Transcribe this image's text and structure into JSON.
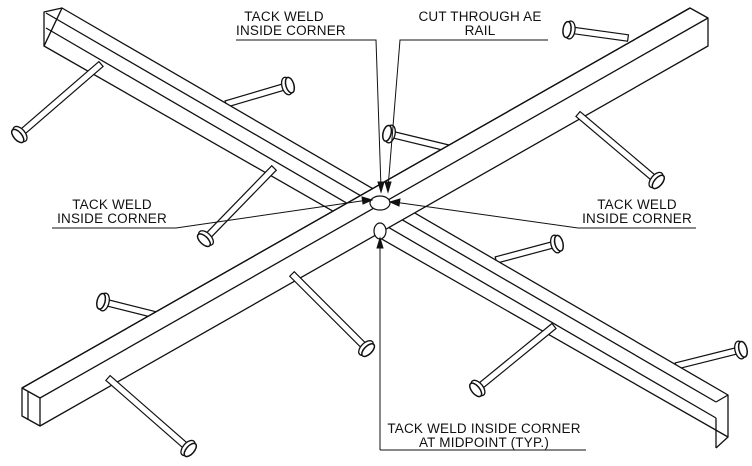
{
  "drawing": {
    "callouts": [
      {
        "id": "top-left",
        "lines": [
          "TACK WELD",
          "INSIDE CORNER"
        ]
      },
      {
        "id": "top-right",
        "lines": [
          "CUT THROUGH AE",
          "RAIL"
        ]
      },
      {
        "id": "left",
        "lines": [
          "TACK WELD",
          "INSIDE CORNER"
        ]
      },
      {
        "id": "right",
        "lines": [
          "TACK WELD",
          "INSIDE CORNER"
        ]
      },
      {
        "id": "bottom",
        "lines": [
          "TACK WELD INSIDE CORNER",
          "AT MIDPOINT (TYP.)"
        ]
      }
    ],
    "colors": {
      "ink": "#111111",
      "paper": "#ffffff"
    }
  }
}
